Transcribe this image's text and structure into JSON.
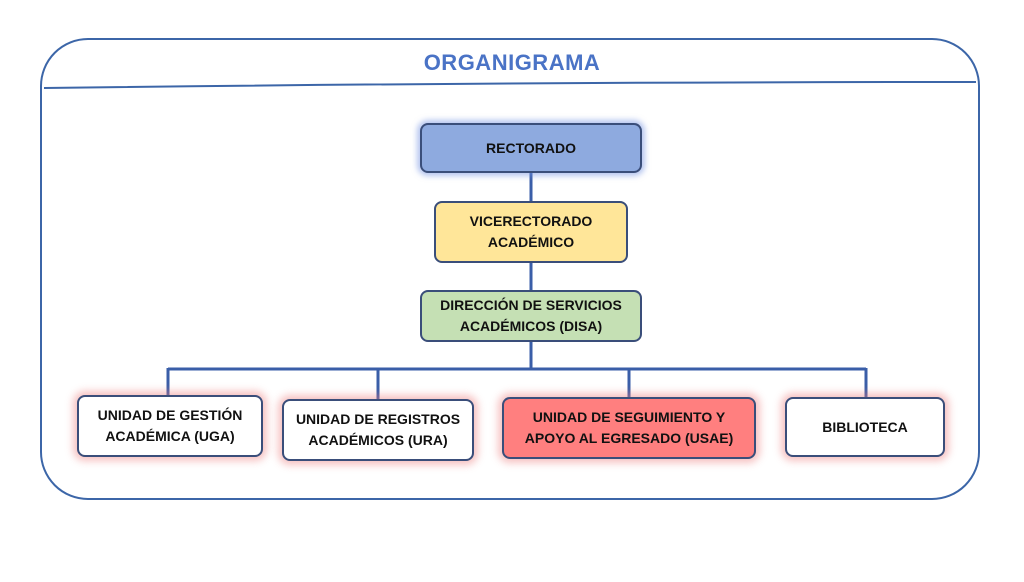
{
  "title": "ORGANIGRAMA",
  "colors": {
    "frame": "#3c66a8",
    "title": "#4a73c6",
    "connector": "#3a5ea8",
    "rectorado": "#8eaadf",
    "vicerrectorado": "#ffe699",
    "disa": "#c5e0b4",
    "usae": "#ff7f7f",
    "unit_white": "#ffffff"
  },
  "nodes": {
    "rectorado": {
      "lines": [
        "RECTORADO"
      ]
    },
    "vicerrectorado": {
      "lines": [
        "VICERECTORADO",
        "ACADÉMICO"
      ]
    },
    "disa": {
      "lines": [
        "DIRECCIÓN DE SERVICIOS",
        "ACADÉMICOS (DISA)"
      ]
    },
    "uga": {
      "lines": [
        "UNIDAD DE GESTIÓN",
        "ACADÉMICA (UGA)"
      ]
    },
    "ura": {
      "lines": [
        "UNIDAD DE REGISTROS",
        "ACADÉMICOS (URA)"
      ]
    },
    "usae": {
      "lines": [
        "UNIDAD DE SEGUIMIENTO Y",
        "APOYO AL EGRESADO (USAE)"
      ]
    },
    "biblioteca": {
      "lines": [
        "BIBLIOTECA"
      ]
    }
  },
  "edges": [
    [
      "rectorado",
      "vicerrectorado"
    ],
    [
      "vicerrectorado",
      "disa"
    ],
    [
      "disa",
      "uga"
    ],
    [
      "disa",
      "ura"
    ],
    [
      "disa",
      "usae"
    ],
    [
      "disa",
      "biblioteca"
    ]
  ]
}
